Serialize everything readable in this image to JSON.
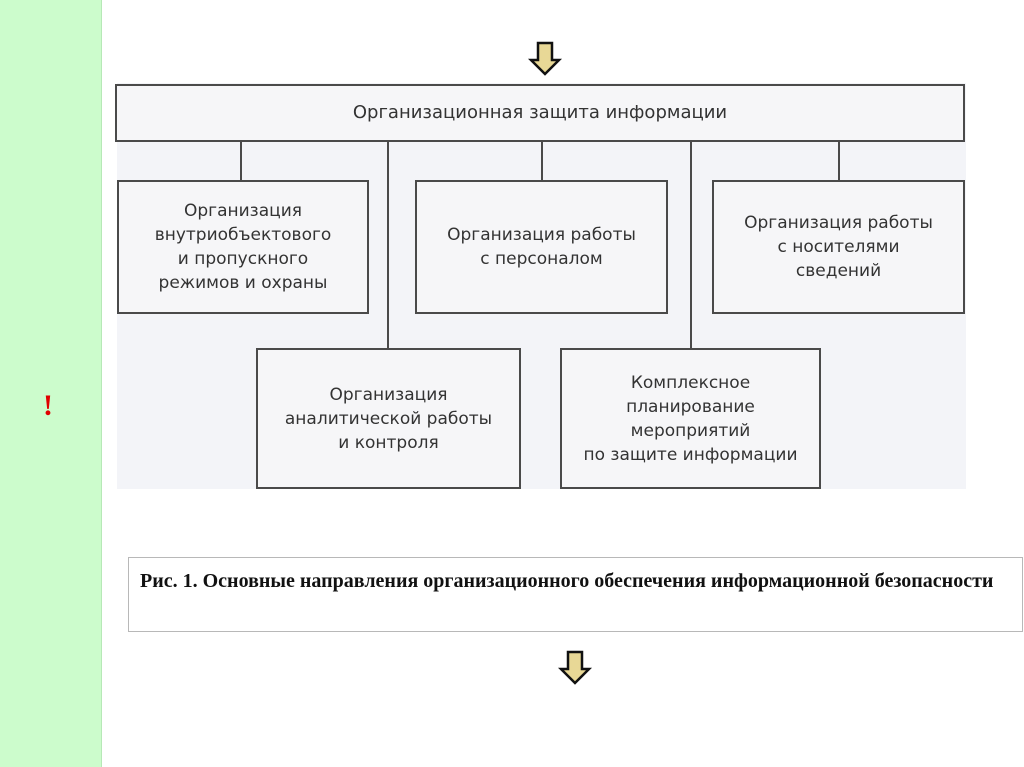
{
  "sidebar": {
    "marker": "!"
  },
  "diagram": {
    "root": "Организационная защита информации",
    "row1": [
      "Организация\nвнутриобъектового\nи пропускного\nрежимов и охраны",
      "Организация работы\nс персоналом",
      "Организация работы\nс носителями\nсведений"
    ],
    "row2": [
      "Организация\nаналитической работы\nи контроля",
      "Комплексное\nпланирование\nмероприятий\nпо защите информации"
    ]
  },
  "caption": {
    "text": "Рис. 1. Основные направления организационного обеспечения информационной безопасности"
  },
  "colors": {
    "sidebar": "#ccfccc",
    "marker": "#e00000",
    "arrow_fill": "#e8d896"
  },
  "icons": {
    "top_arrow": "down-arrow-icon",
    "bottom_arrow": "down-arrow-icon"
  }
}
